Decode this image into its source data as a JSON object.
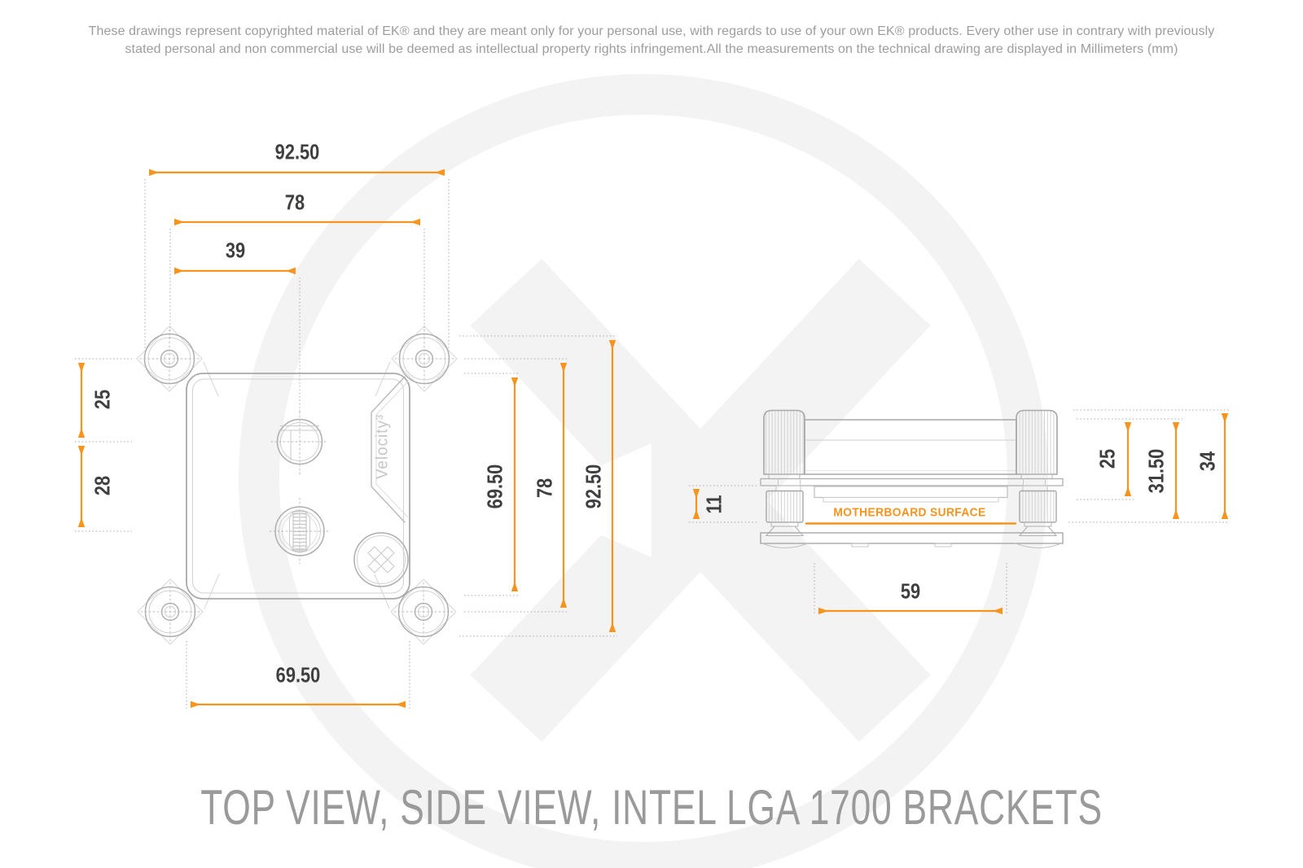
{
  "page": {
    "disclaimer_line1": "These drawings represent copyrighted material of EK® and they are meant only for your personal use, with regards to use of  your own EK® products. Every other use in contrary with previously",
    "disclaimer_line2": "stated personal and non commercial use will be deemed as intellectual property rights infringement.All the measurements on the technical drawing are displayed in Millimeters (mm)",
    "title": "TOP VIEW, SIDE VIEW, INTEL LGA 1700 BRACKETS"
  },
  "top_view": {
    "product_label": "Velocity³",
    "dim_overall_width": "92.50",
    "dim_mount_pitch_width": "78",
    "dim_port_offset": "39",
    "dim_mount_to_port": "25",
    "dim_port_spacing": "28",
    "dim_body_height": "69.50",
    "dim_mount_pitch_height": "78",
    "dim_overall_height": "92.50",
    "dim_body_width": "69.50"
  },
  "side_view": {
    "surface_label": "MOTHERBOARD SURFACE",
    "dim_standoff_height": "11",
    "dim_block_height": "25",
    "dim_screw_top_height": "31.50",
    "dim_overall_height": "34",
    "dim_backplate_span": "59"
  },
  "colors": {
    "accent_orange": "#F7941E",
    "dim_text": "#3F3F3F",
    "drawing_line": "#ADADAD",
    "muted_text": "#9A9A9A",
    "watermark": "#F3F3F3"
  }
}
